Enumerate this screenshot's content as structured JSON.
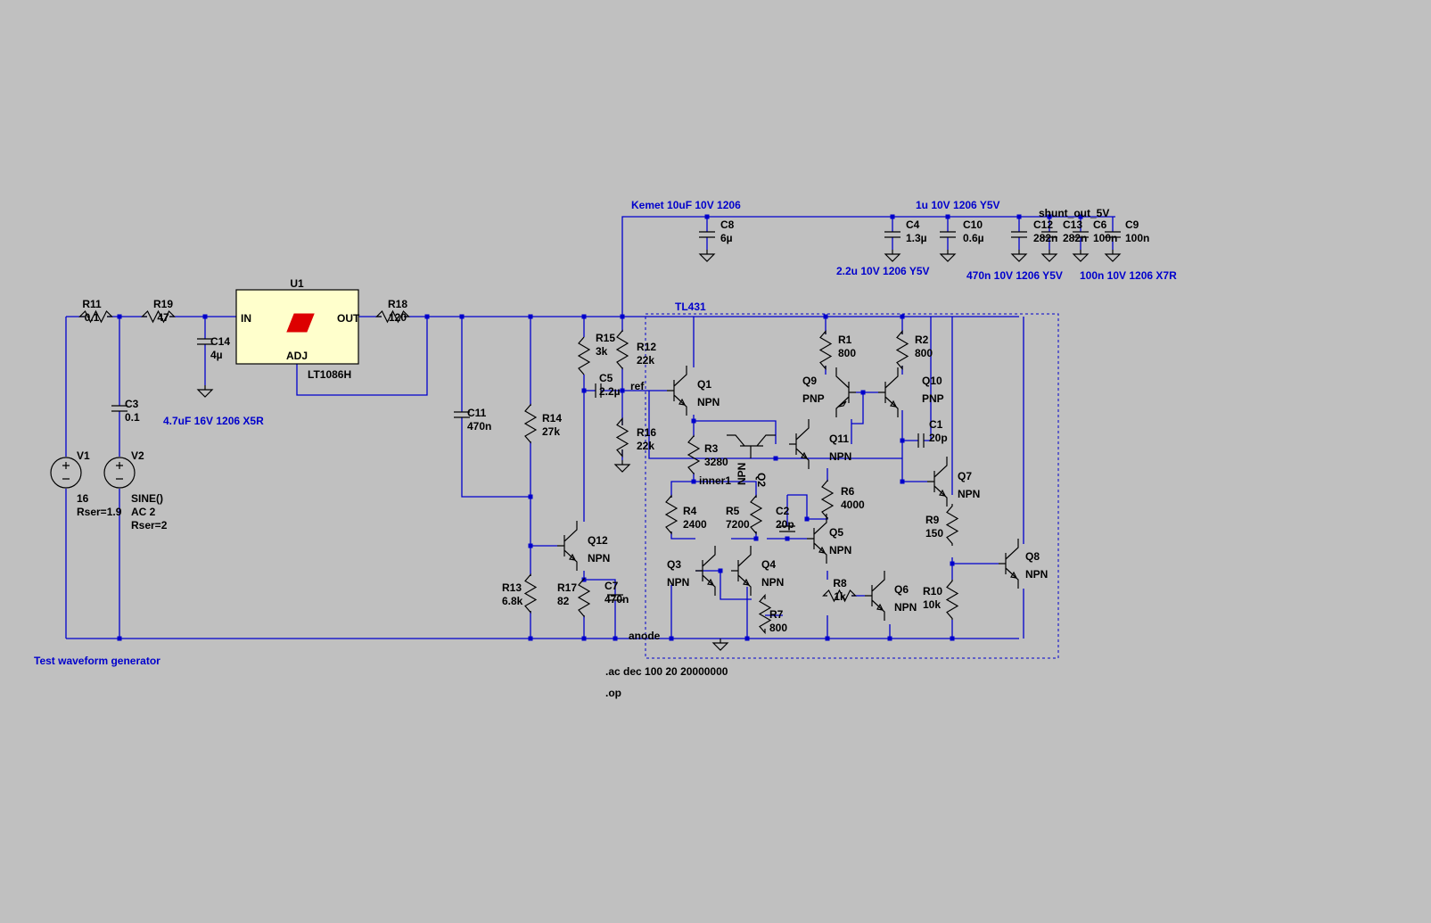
{
  "notes": {
    "kemet": "Kemet 10uF 10V 1206",
    "c4_note": "1u 10V 1206 Y5V",
    "c4_note2": "2.2u 10V 1206 Y5V",
    "c12_note": "470n 10V 1206 Y5V",
    "c6_note": "100n 10V 1206 X7R",
    "c14_note": "4.7uF 16V 1206 X5R",
    "testgen": "Test waveform generator",
    "tl431": "TL431",
    "directive_ac": ".ac dec 100 20 20000000",
    "directive_op": ".op"
  },
  "nets": {
    "shunt_out": "shunt_out_5V",
    "ref": "ref",
    "anode": "anode",
    "inner1": "inner1"
  },
  "regulator": {
    "name": "U1",
    "part": "LT1086H",
    "pin_in": "IN",
    "pin_out": "OUT",
    "pin_adj": "ADJ",
    "logo_color": "#dd0000"
  },
  "resistors": {
    "R11": {
      "name": "R11",
      "value": "0.1"
    },
    "R19": {
      "name": "R19",
      "value": "47"
    },
    "R18": {
      "name": "R18",
      "value": "120"
    },
    "R15": {
      "name": "R15",
      "value": "3k"
    },
    "R12": {
      "name": "R12",
      "value": "22k"
    },
    "R16": {
      "name": "R16",
      "value": "22k"
    },
    "R14": {
      "name": "R14",
      "value": "27k"
    },
    "R13": {
      "name": "R13",
      "value": "6.8k"
    },
    "R17": {
      "name": "R17",
      "value": "82"
    },
    "R1": {
      "name": "R1",
      "value": "800"
    },
    "R2": {
      "name": "R2",
      "value": "800"
    },
    "R3": {
      "name": "R3",
      "value": "3280"
    },
    "R4": {
      "name": "R4",
      "value": "2400"
    },
    "R5": {
      "name": "R5",
      "value": "7200"
    },
    "R6": {
      "name": "R6",
      "value": "4000"
    },
    "R7": {
      "name": "R7",
      "value": "800"
    },
    "R8": {
      "name": "R8",
      "value": "1k"
    },
    "R9": {
      "name": "R9",
      "value": "150"
    },
    "R10": {
      "name": "R10",
      "value": "10k"
    }
  },
  "capacitors": {
    "C3": {
      "name": "C3",
      "value": "0.1"
    },
    "C14": {
      "name": "C14",
      "value": "4µ"
    },
    "C11": {
      "name": "C11",
      "value": "470n"
    },
    "C5": {
      "name": "C5",
      "value": "2.2µ"
    },
    "C7": {
      "name": "C7",
      "value": "470n"
    },
    "C8": {
      "name": "C8",
      "value": "6µ"
    },
    "C4": {
      "name": "C4",
      "value": "1.3µ"
    },
    "C10": {
      "name": "C10",
      "value": "0.6µ"
    },
    "C12": {
      "name": "C12",
      "value": "282n"
    },
    "C13": {
      "name": "C13",
      "value": "282n"
    },
    "C6": {
      "name": "C6",
      "value": "100n"
    },
    "C9": {
      "name": "C9",
      "value": "100n"
    },
    "C1": {
      "name": "C1",
      "value": "20p"
    },
    "C2": {
      "name": "C2",
      "value": "20p"
    }
  },
  "sources": {
    "V1": {
      "name": "V1",
      "value": "16",
      "extra": "Rser=1.9"
    },
    "V2": {
      "name": "V2",
      "value": "SINE()",
      "ac": "AC 2",
      "extra": "Rser=2"
    }
  },
  "transistors": {
    "Q1": {
      "name": "Q1",
      "type": "NPN"
    },
    "Q2": {
      "name": "Q2",
      "type": "NPN"
    },
    "Q3": {
      "name": "Q3",
      "type": "NPN"
    },
    "Q4": {
      "name": "Q4",
      "type": "NPN"
    },
    "Q5": {
      "name": "Q5",
      "type": "NPN"
    },
    "Q6": {
      "name": "Q6",
      "type": "NPN"
    },
    "Q7": {
      "name": "Q7",
      "type": "NPN"
    },
    "Q8": {
      "name": "Q8",
      "type": "NPN"
    },
    "Q9": {
      "name": "Q9",
      "type": "PNP"
    },
    "Q10": {
      "name": "Q10",
      "type": "PNP"
    },
    "Q11": {
      "name": "Q11",
      "type": "NPN"
    },
    "Q12": {
      "name": "Q12",
      "type": "NPN"
    }
  },
  "colors": {
    "background": "#c0c0c0",
    "wire": "#0000cc",
    "component": "#000000",
    "regulator_fill": "#ffffcc"
  }
}
